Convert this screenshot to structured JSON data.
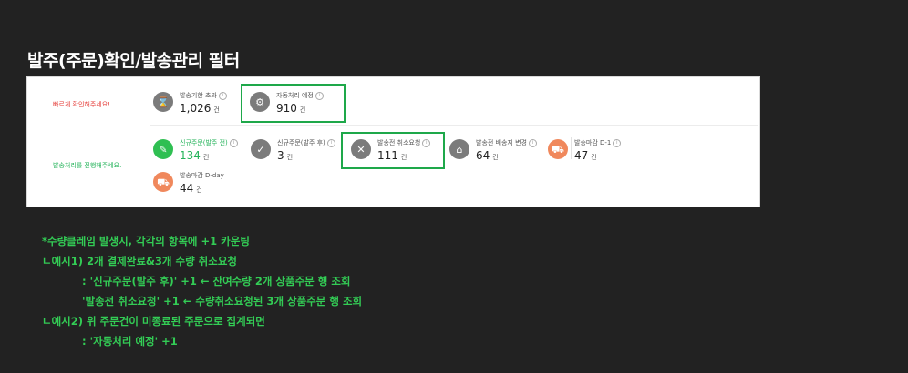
{
  "page": {
    "heading": "발주(주문)확인/발송관리 필터"
  },
  "filter_panel": {
    "row1_hint": "빠르게 확인해주세요!",
    "row2_hint": "발송처리를 진행해주세요.",
    "unit": "건",
    "info_glyph": "i",
    "cards": [
      {
        "label": "발송기한 초과",
        "value": "1,026",
        "icon": "hourglass-icon",
        "glyph": "⌛"
      },
      {
        "label": "자동처리 예정",
        "value": "910",
        "icon": "auto-process-icon",
        "glyph": "⚙"
      },
      {
        "label": "신규주문(발주 전)",
        "value": "134",
        "icon": "new-order-icon",
        "glyph": "✎"
      },
      {
        "label": "신규주문(발주 후)",
        "value": "3",
        "icon": "order-confirmed-icon",
        "glyph": "✓"
      },
      {
        "label": "발송전 취소요청",
        "value": "111",
        "icon": "cancel-request-icon",
        "glyph": "✕"
      },
      {
        "label": "발송전 배송지 변경",
        "value": "64",
        "icon": "address-change-icon",
        "glyph": "⌂"
      },
      {
        "label": "발송마감 D-1",
        "value": "47",
        "icon": "truck-icon",
        "glyph": "⛟"
      },
      {
        "label": "발송마감 D-day",
        "value": "44",
        "icon": "truck-icon",
        "glyph": "⛟"
      }
    ]
  },
  "notes": [
    "*수량클레임 발생시, 각각의 항목에 +1 카운팅",
    "ㄴ예시1) 2개 결제완료&3개 수량 취소요청",
    "          : '신규주문(발주 후)' +1 ← 잔여수량 2개 상품주문 행 조회",
    "            '발송전 취소요청' +1 ← 수량취소요청된 3개 상품주문 행 조회",
    "ㄴ예시2) 위 주문건이 미종료된 주문으로 집계되면",
    "          : '자동처리 예정' +1"
  ],
  "colors": {
    "background": "#222222",
    "highlight": "#1ea84a",
    "note_text": "#33cc55",
    "warning_text": "#e53935",
    "accent_green": "#24b35a",
    "accent_orange": "#f0885c"
  }
}
